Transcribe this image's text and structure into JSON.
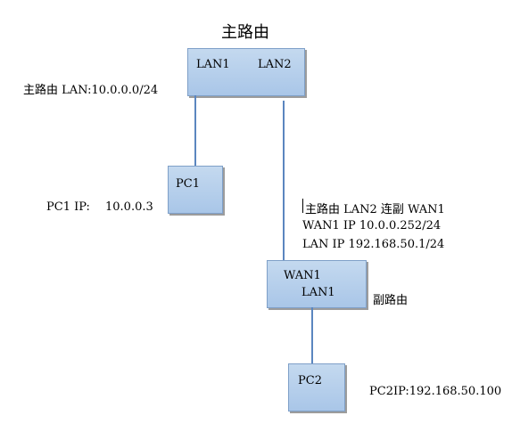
{
  "diagram": {
    "main_router": {
      "title": "主路由",
      "port_lan1": "LAN1",
      "port_lan2": "LAN2",
      "lan_note": "主路由 LAN:10.0.0.0/24"
    },
    "pc1": {
      "label": "PC1",
      "ip_label": "PC1 IP:",
      "ip_value": "10.0.0.3"
    },
    "link_note": {
      "line1": "主路由 LAN2 连副 WAN1",
      "line2": "WAN1 IP 10.0.0.252/24",
      "line3": "LAN IP   192.168.50.1/24"
    },
    "sub_router": {
      "port_wan1": "WAN1",
      "port_lan1": "LAN1",
      "label": "副路由"
    },
    "pc2": {
      "label": "PC2",
      "ip_note": "PC2IP:192.168.50.100"
    },
    "colors": {
      "box_fill": "#b5cfea",
      "box_border": "#7fa0c8",
      "connector": "#5b86bf"
    }
  }
}
